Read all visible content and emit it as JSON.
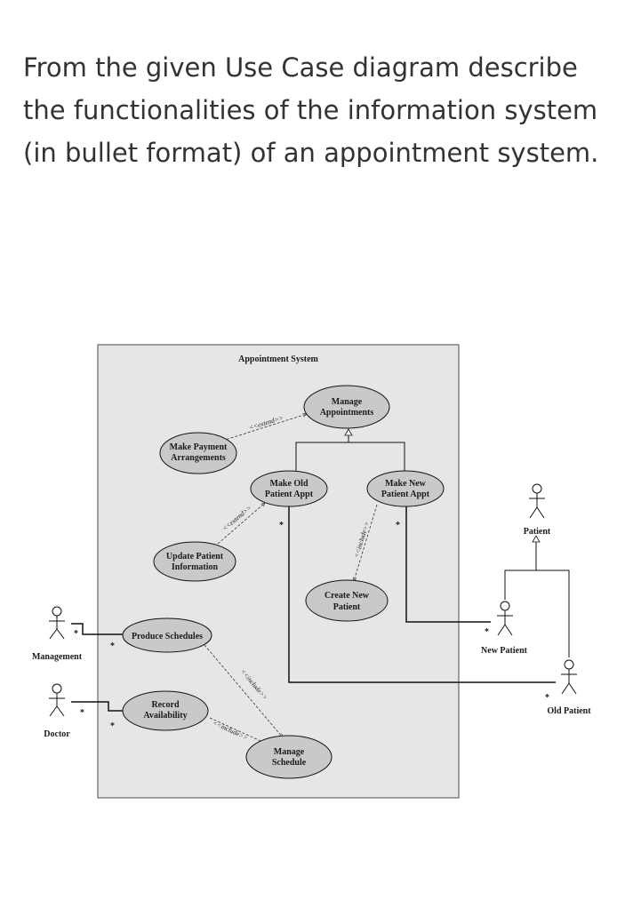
{
  "question": {
    "lines": [
      "From the given Use Case diagram describe",
      "the functionalities of the information system",
      "(in bullet format) of an appointment system."
    ]
  },
  "diagram": {
    "system_title": "Appointment System",
    "use_cases": {
      "manage_appointments": [
        "Manage",
        "Appointments"
      ],
      "make_payment": [
        "Make Payment",
        "Arrangements"
      ],
      "make_old_appt": [
        "Make Old",
        "Patient Appt"
      ],
      "make_new_appt": [
        "Make New",
        "Patient Appt"
      ],
      "update_patient": [
        "Update Patient",
        "Information"
      ],
      "create_new_patient": [
        "Create New",
        "Patient"
      ],
      "produce_schedules": [
        "Produce Schedules"
      ],
      "record_availability": [
        "Record",
        "Availability"
      ],
      "manage_schedule": [
        "Manage",
        "Schedule"
      ]
    },
    "actors": {
      "management": "Management",
      "doctor": "Doctor",
      "patient": "Patient",
      "new_patient": "New Patient",
      "old_patient": "Old Patient"
    },
    "relations": {
      "extend": "<<extend>>",
      "include": "<<include>>"
    },
    "multiplicity": "*",
    "colors": {
      "system_fill": "#e6e6e6",
      "usecase_fill": "#c9c9c9",
      "line": "#111111"
    }
  }
}
